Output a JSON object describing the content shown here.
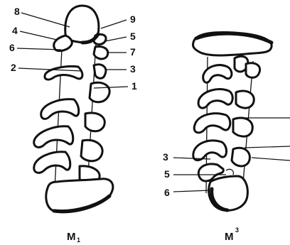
{
  "figure": {
    "left_tooth": {
      "caption_main": "M",
      "caption_sub": "1",
      "labels": [
        "8",
        "4",
        "6",
        "2",
        "9",
        "5",
        "7",
        "3",
        "1"
      ]
    },
    "right_tooth": {
      "caption_main": "M",
      "caption_sup": "3",
      "labels": [
        "3",
        "5",
        "6"
      ]
    }
  }
}
